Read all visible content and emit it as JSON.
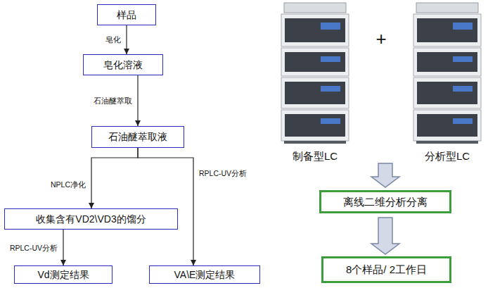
{
  "diagram": {
    "nodes": [
      {
        "text": [
          "样品"
        ]
      },
      {
        "text": [
          "皂化溶液"
        ]
      },
      {
        "text": [
          "石油醚萃取液"
        ]
      },
      {
        "text": [
          "收集含有VD2\\VD3的馏分"
        ]
      },
      {
        "text": [
          "Vd测定结果"
        ]
      },
      {
        "text": [
          "VA\\E测定结果"
        ]
      },
      {
        "text": [
          "离线二维分析分离"
        ]
      },
      {
        "text": [
          "8个样品/ 2工作日"
        ]
      }
    ],
    "edges": [
      {
        "from": 0,
        "to": 1,
        "arrow": "to",
        "label": "皂化"
      },
      {
        "from": 1,
        "to": 2,
        "arrow": "to",
        "label": "石油醚萃取"
      },
      {
        "from": 2,
        "to": 3,
        "arrow": "to",
        "label": "NPLC净化"
      },
      {
        "from": 2,
        "to": 5,
        "arrow": "to",
        "label": "RPLC-UV分析"
      },
      {
        "from": 3,
        "to": 4,
        "arrow": "to",
        "label": "RPLC-UV分析"
      },
      {
        "from": 6,
        "to": 7,
        "arrow": "to"
      }
    ],
    "labels": [
      "制备型LC",
      "分析型LC",
      "+"
    ]
  }
}
